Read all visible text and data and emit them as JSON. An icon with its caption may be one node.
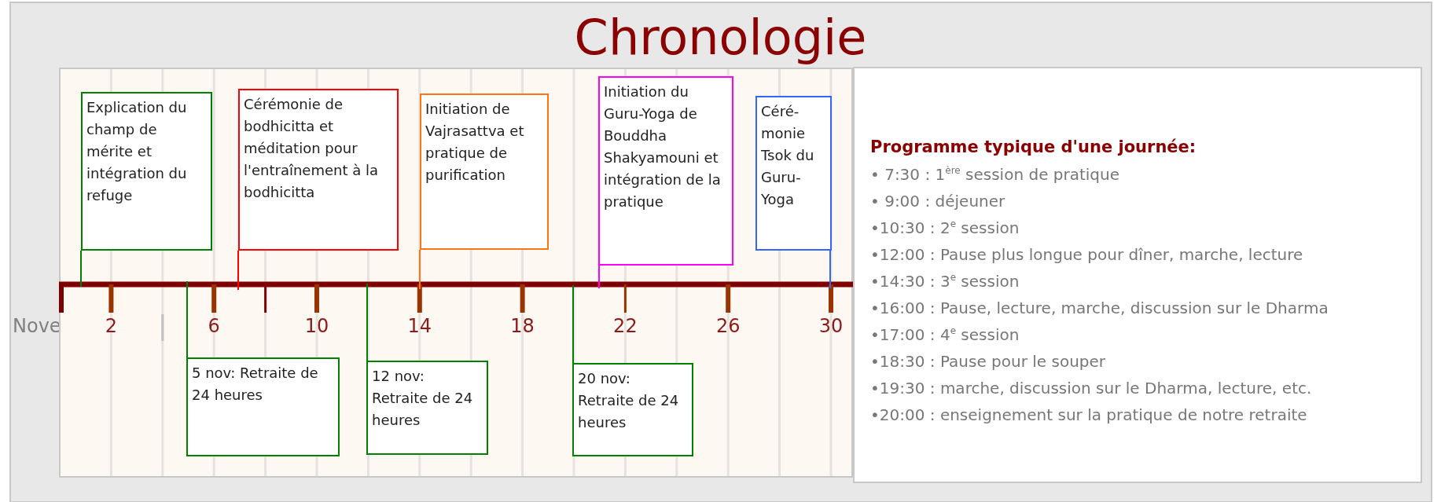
{
  "diagram": {
    "title": "Chronologie",
    "nodes": [
      {
        "text": [
          "Explication du champ de mérite et intégration du refuge"
        ]
      },
      {
        "text": [
          "Cérémonie de bodhicitta et méditation pour l'entraînement à la bodhicitta"
        ]
      },
      {
        "text": [
          "Initiation de Vajrasattva et pratique de purification"
        ]
      },
      {
        "text": [
          "Initiation du Guru-Yoga de Bouddha Shakyamouni et intégration de la pratique"
        ]
      },
      {
        "text": [
          "Céré-monie Tsok du Guru-Yoga"
        ]
      },
      {
        "text": [
          "5 nov: Retraite de 24 heures"
        ]
      },
      {
        "text": [
          "12 nov: Retraite de 24 heures"
        ]
      },
      {
        "text": [
          "20 nov: Retraite de 24 heures"
        ]
      },
      {
        "text": [
          "Programme typique d'une journée:",
          "• 7:30 : 1$^{ère}$ session de pratique",
          "• 9:00 : déjeuner",
          "•10:30 : 2$^{e}$ session",
          "•12:00 : Pause plus longue pour dîner, marche, lecture",
          "•14:30 : 3$^{e}$ session",
          "•16:00 : Pause, lecture, marche, discussion sur le Dharma",
          "•17:00 : 4$^{e}$ session",
          "•18:30 : Pause pour le souper",
          "•19:30 : marche, discussion sur le Dharma, lecture, etc.",
          "•20:00 : enseignement sur la pratique de notre retraite"
        ]
      }
    ],
    "edges": [
      {
        "from": 0,
        "to": null,
        "arrow": "none"
      },
      {
        "from": 1,
        "to": null,
        "arrow": "none",
        "color": "#ff0000"
      },
      {
        "from": 2,
        "to": null,
        "arrow": "none",
        "color": "#ff7518"
      },
      {
        "from": 3,
        "to": null,
        "arrow": "none",
        "color": "#ff00ff"
      },
      {
        "from": 4,
        "to": null,
        "arrow": "none",
        "color": "#3366ff"
      },
      {
        "from": 5,
        "to": null,
        "arrow": "none"
      },
      {
        "from": 6,
        "to": null,
        "arrow": "none"
      },
      {
        "from": 7,
        "to": null,
        "arrow": "none"
      }
    ],
    "labels": [
      "Nove",
      "2",
      "6",
      "10",
      "14",
      "18",
      "22",
      "26",
      "30"
    ]
  }
}
